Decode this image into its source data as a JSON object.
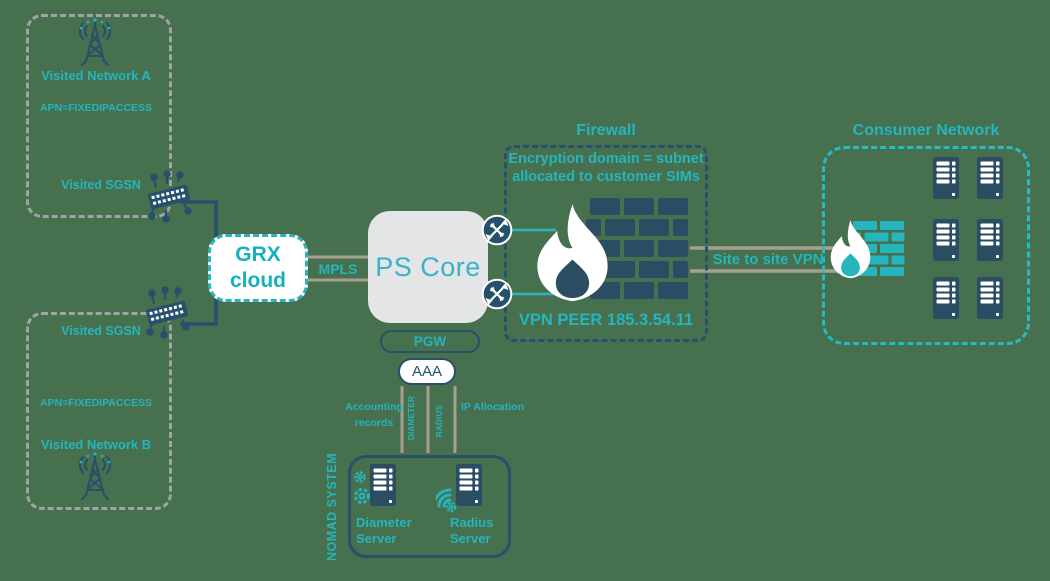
{
  "colors": {
    "background": "#47704f",
    "teal": "#26b4bd",
    "navy": "#26506b",
    "brick_navy": "#2b4d63",
    "tan_line": "#a89f90",
    "gray_dashed_border": "#a0a4a6",
    "ps_core_fill": "#e3e5e7",
    "ps_core_text": "#3cb1c6",
    "white": "#ffffff"
  },
  "visited_network_a": {
    "title": "Visited Network A",
    "apn": "APN=FIXEDIPACCESS",
    "sgsn_label": "Visited SGSN"
  },
  "visited_network_b": {
    "title": "Visited Network B",
    "apn": "APN=FIXEDIPACCESS",
    "sgsn_label": "Visited SGSN"
  },
  "grx_cloud": {
    "line1": "GRX",
    "line2": "cloud"
  },
  "links": {
    "mpls": "MPLS",
    "site_to_site_vpn": "Site to site VPN"
  },
  "ps_core": {
    "label": "PS Core",
    "pgw": "PGW",
    "aaa": "AAA"
  },
  "firewall": {
    "title": "Firewall",
    "encryption_line1": "Encryption domain = subnet",
    "encryption_line2": "allocated to customer SIMs",
    "vpn_peer": "VPN PEER 185.3.54.11"
  },
  "consumer_network": {
    "title": "Consumer Network"
  },
  "aaa_flows": {
    "accounting": "Accounting records",
    "diameter": "DIAMETER",
    "radius": "RADIUS",
    "ip_allocation": "IP Allocation"
  },
  "nomad_system": {
    "title": "NOMAD SYSTEM",
    "diameter_server": "Diameter Server",
    "radius_server": "Radius Server"
  },
  "icons": {
    "cell-tower-icon": "radio tower with signal arcs",
    "network-switch-icon": "isometric switch with antenna nodes",
    "router-icon": "navy circle with crossed white arrows",
    "firewall-icon": "white flame over navy brick wall",
    "consumer-firewall-icon": "white flame over teal brick wall",
    "server-icon": "navy rack server with white slots",
    "gear-icon": "teal gear",
    "wifi-icon": "teal signal arcs"
  }
}
